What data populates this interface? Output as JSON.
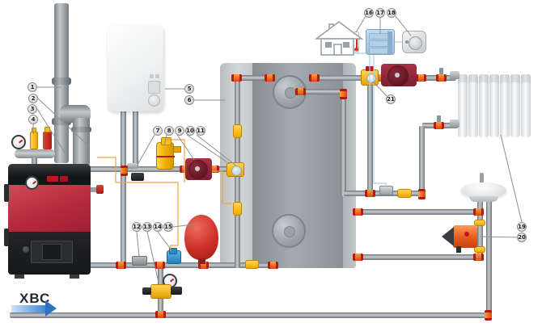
{
  "diagram": {
    "cold_water_label": "ХВС",
    "callouts": [
      {
        "n": "1",
        "target": "chimney"
      },
      {
        "n": "2",
        "target": "flue-pipe"
      },
      {
        "n": "3",
        "target": "boiler-safety-group"
      },
      {
        "n": "4",
        "target": "automatic-air-vent"
      },
      {
        "n": "5",
        "target": "wall-mounted-electric-boiler"
      },
      {
        "n": "6",
        "target": "buffer-tank"
      },
      {
        "n": "7",
        "target": "supply-temperature-sensor"
      },
      {
        "n": "8",
        "target": "air-separator"
      },
      {
        "n": "9",
        "target": "boiler-circuit-pump"
      },
      {
        "n": "10",
        "target": "check-valve"
      },
      {
        "n": "11",
        "target": "shut-off-valve"
      },
      {
        "n": "12",
        "target": "return-temperature-sensor"
      },
      {
        "n": "13",
        "target": "fill-valve-with-gauge"
      },
      {
        "n": "14",
        "target": "pressure-reducer"
      },
      {
        "n": "15",
        "target": "expansion-tank"
      },
      {
        "n": "16",
        "target": "outdoor-temperature-sensor"
      },
      {
        "n": "17",
        "target": "heating-controller"
      },
      {
        "n": "18",
        "target": "room-thermostat"
      },
      {
        "n": "19",
        "target": "radiator"
      },
      {
        "n": "20",
        "target": "dhw-circulation-pump"
      },
      {
        "n": "21",
        "target": "three-way-mixing-valve"
      }
    ],
    "colors": {
      "pipe_gray": "#9aa0a4",
      "fitting_orange": "#e86a10",
      "fitting_red": "#b51a12",
      "brass_yellow": "#f2b705",
      "boiler_red": "#c13142",
      "pump_red": "#8e2434",
      "expansion_tank_red": "#cc2f26",
      "controller_blue": "#aecde6",
      "wire_orange": "#f2a33c",
      "wire_blue": "#a9d3e8",
      "arrow_blue": "#3f87d8"
    }
  }
}
